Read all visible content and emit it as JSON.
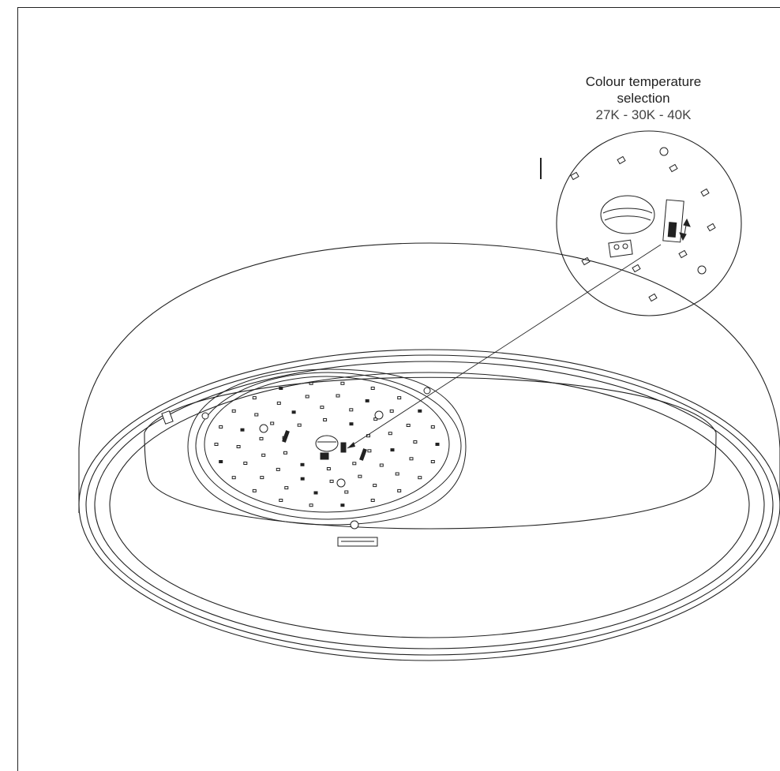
{
  "caption": {
    "line1": "Colour temperature",
    "line2": "selection",
    "line3": "27K - 30K - 40K"
  },
  "icons": [
    "temperature-switch-icon",
    "terminal-block-icon",
    "led-chip-icon",
    "screw-icon"
  ],
  "colors": {
    "line": "#222222",
    "background": "#ffffff"
  }
}
